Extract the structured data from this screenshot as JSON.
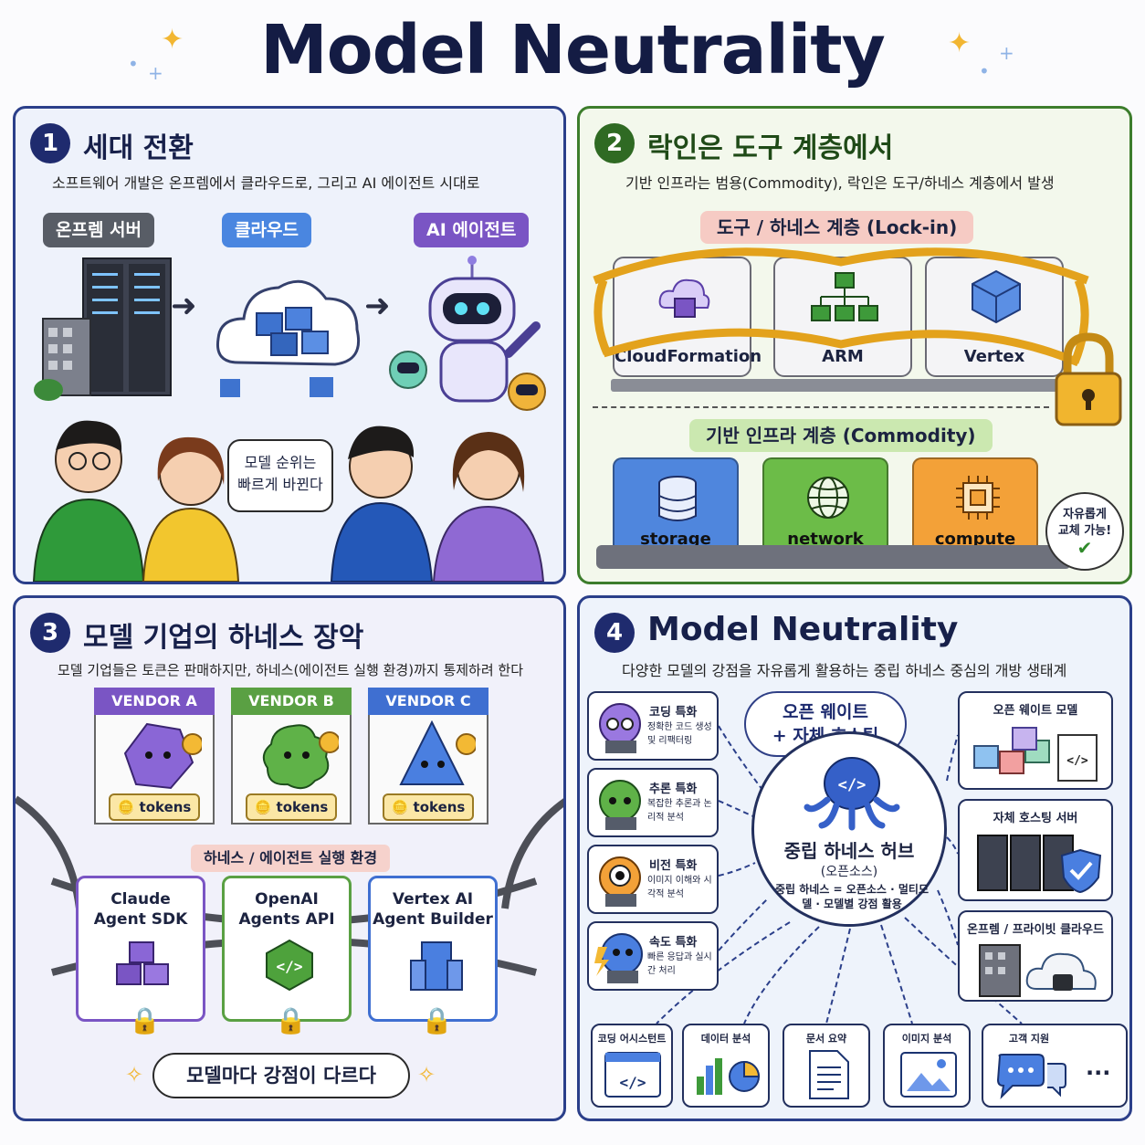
{
  "title": "Model Neutrality",
  "panel1": {
    "number": "1",
    "title": "세대 전환",
    "subtitle": "소프트웨어 개발은 온프렘에서 클라우드로, 그리고 AI 에이전트 시대로",
    "stages": [
      "온프렘 서버",
      "클라우드",
      "AI 에이전트"
    ],
    "speech": [
      "모델 순위는",
      "빠르게 바뀐다"
    ]
  },
  "panel2": {
    "number": "2",
    "title": "락인은 도구 계층에서",
    "subtitle": "기반 인프라는 범용(Commodity), 락인은 도구/하네스 계층에서 발생",
    "tool_layer_label": "도구 / 하네스 계층 (Lock-in)",
    "tools": [
      "CloudFormation",
      "ARM",
      "Vertex"
    ],
    "infra_layer_label": "기반 인프라 계층 (Commodity)",
    "infra": [
      "storage",
      "network",
      "compute"
    ],
    "badge": [
      "자유롭게",
      "교체 가능!"
    ]
  },
  "panel3": {
    "number": "3",
    "title": "모델 기업의 하네스 장악",
    "subtitle": "모델 기업들은 토큰은 판매하지만, 하네스(에이전트 실행 환경)까지 통제하려 한다",
    "vendors": [
      "VENDOR A",
      "VENDOR B",
      "VENDOR C"
    ],
    "tokens_label": "tokens",
    "harness_label": "하네스 / 에이전트 실행 환경",
    "sdks": [
      [
        "Claude",
        "Agent SDK"
      ],
      [
        "OpenAI",
        "Agents API"
      ],
      [
        "Vertex AI",
        "Agent Builder"
      ]
    ],
    "footer": "모델마다 강점이 다르다"
  },
  "panel4": {
    "number": "4",
    "title": "Model Neutrality",
    "subtitle": "다양한 모델의 강점을 자유롭게 활용하는 중립 하네스 중심의 개방 생태계",
    "open_tag": [
      "오픈 웨이트",
      "+ 자체 호스팅"
    ],
    "specs": [
      {
        "title": "코딩 특화",
        "desc": "정확한 코드 생성 및 리팩터링"
      },
      {
        "title": "추론 특화",
        "desc": "복잡한 추론과 논리적 분석"
      },
      {
        "title": "비전 특화",
        "desc": "이미지 이해와 시각적 분석"
      },
      {
        "title": "속도 특화",
        "desc": "빠른 응답과 실시간 처리"
      }
    ],
    "hub": {
      "title": "중립 하네스 허브",
      "sub": "(오픈소스)",
      "desc": "중립 하네스 = 오픈소스 · 멀티모델 · 모델별 강점 활용"
    },
    "right": [
      "오픈 웨이트 모델",
      "자체 호스팅 서버",
      "온프렘 / 프라이빗 클라우드"
    ],
    "bottom": [
      "코딩 어시스턴트",
      "데이터 분석",
      "문서 요약",
      "이미지 분석",
      "고객 지원"
    ],
    "more": "..."
  },
  "colors": {
    "navy": "#1f2b6e",
    "green": "#2f6a23",
    "purple": "#7a55c4",
    "vendor_b": "#5aa043",
    "vendor_c": "#3f6fd1"
  }
}
